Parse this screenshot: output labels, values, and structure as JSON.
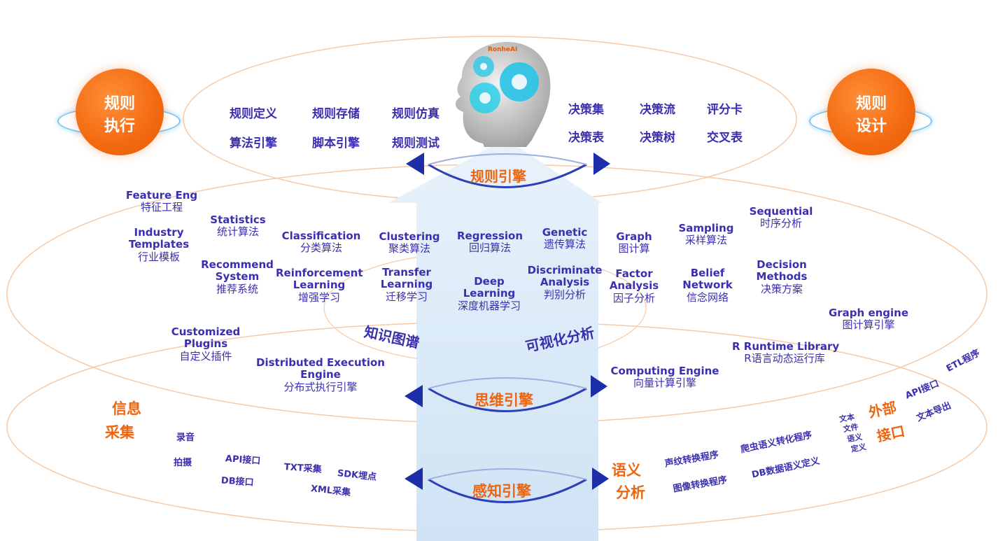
{
  "logo_text": "RonheAI",
  "left_circle": {
    "line1": "规则",
    "line2": "执行"
  },
  "right_circle": {
    "line1": "规则",
    "line2": "设计"
  },
  "top_left_items": [
    "规则定义",
    "规则存储",
    "规则仿真",
    "算法引擎",
    "脚本引擎",
    "规则测试"
  ],
  "top_right_items": [
    "决策集",
    "决策流",
    "评分卡",
    "决策表",
    "决策树",
    "交叉表"
  ],
  "engines": {
    "rule": "规则引擎",
    "thinking": "思维引擎",
    "perception": "感知引擎"
  },
  "mid_items": {
    "feature_eng": {
      "en": "Feature Eng",
      "zh": "特征工程"
    },
    "industry": {
      "en1": "Industry",
      "en2": "Templates",
      "zh": "行业模板"
    },
    "statistics": {
      "en": "Statistics",
      "zh": "统计算法"
    },
    "recommend": {
      "en1": "Recommend",
      "en2": "System",
      "zh": "推荐系统"
    },
    "classification": {
      "en": "Classification",
      "zh": "分类算法"
    },
    "reinforcement": {
      "en1": "Reinforcement",
      "en2": "Learning",
      "zh": "增强学习"
    },
    "clustering": {
      "en": "Clustering",
      "zh": "聚类算法"
    },
    "transfer": {
      "en1": "Transfer",
      "en2": "Learning",
      "zh": "迁移学习"
    },
    "regression": {
      "en": "Regression",
      "zh": "回归算法"
    },
    "deep": {
      "en1": "Deep",
      "en2": "Learning",
      "zh": "深度机器学习"
    },
    "genetic": {
      "en": "Genetic",
      "zh": "遗传算法"
    },
    "discriminate": {
      "en1": "Discriminate",
      "en2": "Analysis",
      "zh": "判别分析"
    },
    "graph": {
      "en": "Graph",
      "zh": "图计算"
    },
    "factor": {
      "en1": "Factor",
      "en2": "Analysis",
      "zh": "因子分析"
    },
    "sampling": {
      "en": "Sampling",
      "zh": "采样算法"
    },
    "belief": {
      "en1": "Belief",
      "en2": "Network",
      "zh": "信念网络"
    },
    "sequential": {
      "en": "Sequential",
      "zh": "时序分析"
    },
    "decision": {
      "en1": "Decision",
      "en2": "Methods",
      "zh": "决策方案"
    }
  },
  "knowledge_graph": "知识图谱",
  "visual_analysis": "可视化分析",
  "lower_items": {
    "custom": {
      "en1": "Customized",
      "en2": "Plugins",
      "zh": "自定义插件"
    },
    "distributed": {
      "en1": "Distributed Execution",
      "en2": "Engine",
      "zh": "分布式执行引擎"
    },
    "computing": {
      "en": "Computing Engine",
      "zh": "向量计算引擎"
    },
    "graph_engine": {
      "en": "Graph engine",
      "zh": "图计算引擎"
    },
    "r_runtime": {
      "en": "R Runtime Library",
      "zh": "R语言动态运行库"
    }
  },
  "info_collect": {
    "line1": "信息",
    "line2": "采集"
  },
  "collect_items": [
    "录音",
    "拍摄",
    "API接口",
    "DB接口",
    "TXT采集",
    "SDK埋点",
    "XML采集"
  ],
  "semantic": {
    "line1": "语义",
    "line2": "分析"
  },
  "semantic_items": [
    "声纹转换程序",
    "图像转换程序",
    "爬虫语义转化程序",
    "DB数据语义定义"
  ],
  "small_stack": [
    "文本",
    "文件",
    "语义",
    "定义"
  ],
  "external": {
    "line1": "外部",
    "line2": "接口"
  },
  "external_items": [
    "API接口",
    "ETL程序",
    "文本导出"
  ],
  "colors": {
    "primary": "#3a2fb0",
    "accent": "#ee6510",
    "arrow": "#1c2fa8"
  }
}
